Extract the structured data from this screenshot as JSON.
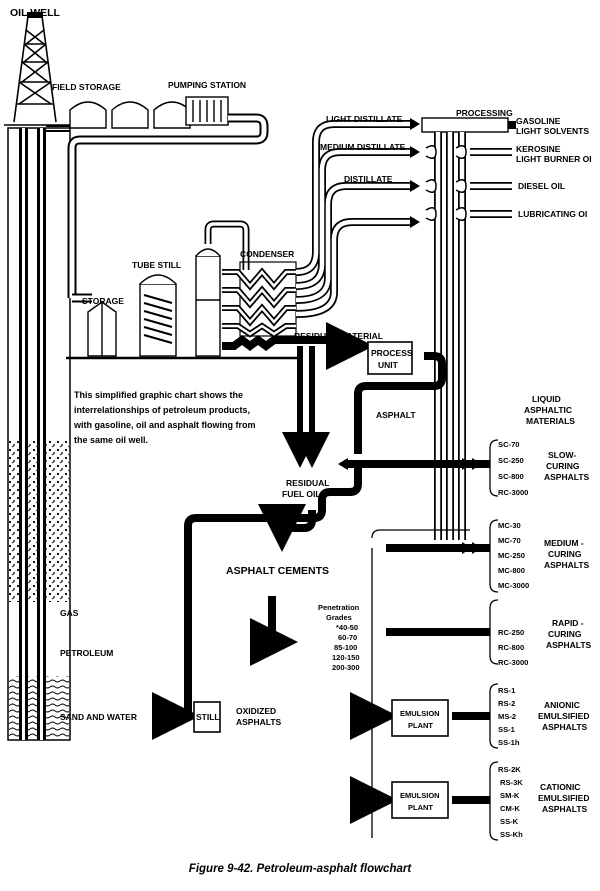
{
  "labels": {
    "oil_well": "OIL WELL",
    "field_storage": "FIELD STORAGE",
    "pumping_station": "PUMPING STATION",
    "processing": "PROCESSING",
    "light_distillate": "LIGHT DISTILLATE",
    "medium_distillate": "MEDIUM DISTILLATE",
    "distillate": "DISTILLATE",
    "gasoline": "GASOLINE",
    "light_solvents": "LIGHT SOLVENTS",
    "kerosine": "KEROSINE",
    "light_burner_oil": "LIGHT BURNER OI",
    "diesel_oil": "DIESEL OIL",
    "lubricating_oil": "LUBRICATING OI",
    "tube_still": "TUBE STILL",
    "condenser": "CONDENSER",
    "storage": "STORAGE",
    "residual_material": "RESIDUAL MATERIAL",
    "process": "PROCESS",
    "unit": "UNIT",
    "asphalt": "ASPHALT",
    "residual": "RESIDUAL",
    "fuel_oil": "FUEL OIL",
    "asphalt_cements": "ASPHALT CEMENTS",
    "penetration": "Penetration",
    "grades": "Grades",
    "still": "STILL",
    "oxidized": "OXIDIZED",
    "asphalts": "ASPHALTS",
    "gas": "GAS",
    "petroleum": "PETROLEUM",
    "sand_and_water": "SAND AND WATER",
    "liquid": "LIQUID",
    "asphaltic": "ASPHALTIC",
    "materials": "MATERIALS",
    "slow_curing": "SLOW-",
    "curing": "CURING",
    "medium_curing": "MEDIUM -",
    "rapid_curing": "RAPID -",
    "anionic": "ANIONIC",
    "cationic": "CATIONIC",
    "emulsified": "EMULSIFIED",
    "emulsion": "EMULSION",
    "plant": "PLANT"
  },
  "note_lines": [
    "This simplified graphic chart shows the",
    "interrelationships of petroleum products,",
    "with gasoline, oil and asphalt flowing from",
    "the same oil well."
  ],
  "grades": {
    "penetration": [
      "*40-50",
      "60-70",
      "85-100",
      "120-150",
      "200-300"
    ],
    "slow_curing": [
      "SC-70",
      "SC-250",
      "SC-800",
      "RC-3000"
    ],
    "medium_curing": [
      "MC-30",
      "MC-70",
      "MC-250",
      "MC-800",
      "MC-3000"
    ],
    "rapid_curing": [
      "RC-250",
      "RC-800",
      "RC-3000"
    ],
    "anionic": [
      "RS-1",
      "RS-2",
      "MS-2",
      "SS-1",
      "SS-1h"
    ],
    "cationic": [
      "RS-2K",
      "RS-3K",
      "SM-K",
      "CM-K",
      "SS-K",
      "SS-Kh"
    ]
  },
  "caption": "Figure 9-42.  Petroleum-asphalt flowchart"
}
